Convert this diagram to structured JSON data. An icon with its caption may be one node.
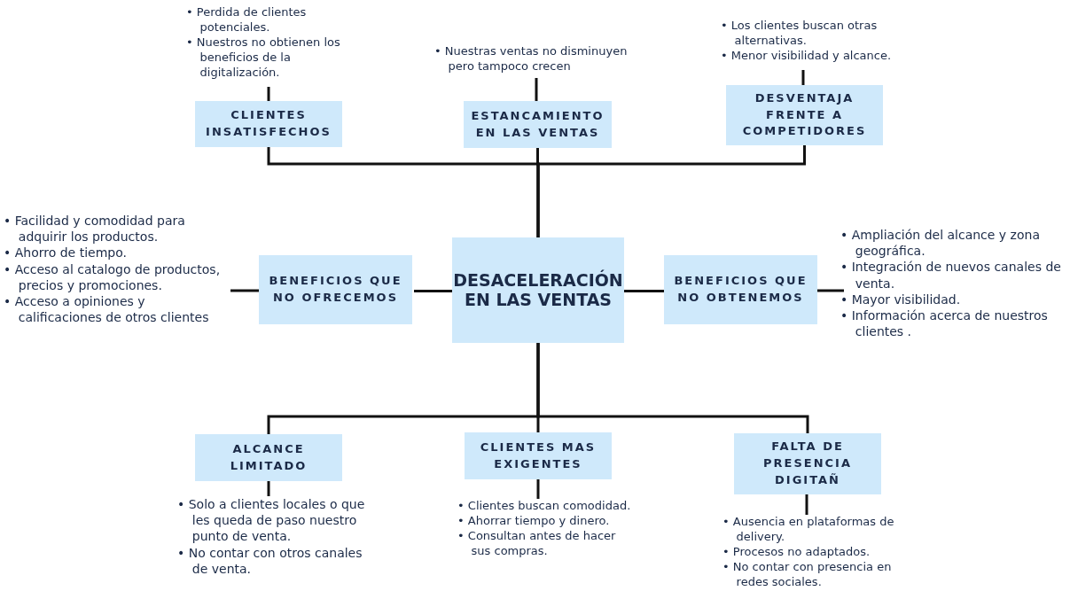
{
  "diagram": {
    "nodes": [
      {
        "text": [
          "DESACELERACIÓN EN LAS VENTAS"
        ]
      },
      {
        "text": [
          "CLIENTES INSATISFECHOS"
        ]
      },
      {
        "text": [
          "• Perdida de clientes potenciales.",
          "• Nuestros no obtienen los beneficios de la digitalización."
        ]
      },
      {
        "text": [
          "ESTANCAMIENTO EN LAS VENTAS"
        ]
      },
      {
        "text": [
          "• Nuestras ventas no disminuyen pero tampoco crecen"
        ]
      },
      {
        "text": [
          "DESVENTAJA FRENTE A COMPETIDORES"
        ]
      },
      {
        "text": [
          "• Los clientes buscan otras alternativas.",
          "• Menor visibilidad y alcance."
        ]
      },
      {
        "text": [
          "BENEFICIOS QUE NO OFRECEMOS"
        ]
      },
      {
        "text": [
          "• Facilidad y comodidad para adquirir los productos.",
          "• Ahorro de tiempo.",
          "• Acceso al catalogo de productos, precios y promociones.",
          "• Acceso a opiniones y calificaciones de otros clientes"
        ]
      },
      {
        "text": [
          "BENEFICIOS QUE NO OBTENEMOS"
        ]
      },
      {
        "text": [
          "• Ampliación del alcance y zona geográfica.",
          "• Integración de nuevos canales de venta.",
          "• Mayor visibilidad.",
          "• Información acerca de nuestros clientes ."
        ]
      },
      {
        "text": [
          "ALCANCE LIMITADO"
        ]
      },
      {
        "text": [
          "• Solo a clientes locales o que les queda de paso nuestro punto de venta.",
          "• No contar con otros canales de venta."
        ]
      },
      {
        "text": [
          "CLIENTES MAS EXIGENTES"
        ]
      },
      {
        "text": [
          "• Clientes buscan comodidad.",
          "• Ahorrar tiempo y dinero.",
          "• Consultan antes de hacer sus compras."
        ]
      },
      {
        "text": [
          "FALTA DE PRESENCIA DIGITAÑ"
        ]
      },
      {
        "text": [
          "• Ausencia en plataformas de delivery.",
          "• Procesos no adaptados.",
          "• No contar con presencia en redes sociales."
        ]
      }
    ],
    "edges": [
      {
        "from": 0,
        "to": 1,
        "arrow": "none"
      },
      {
        "from": 1,
        "to": 2,
        "arrow": "none"
      },
      {
        "from": 0,
        "to": 3,
        "arrow": "none"
      },
      {
        "from": 3,
        "to": 4,
        "arrow": "none"
      },
      {
        "from": 0,
        "to": 5,
        "arrow": "none"
      },
      {
        "from": 5,
        "to": 6,
        "arrow": "none"
      },
      {
        "from": 0,
        "to": 7,
        "arrow": "none"
      },
      {
        "from": 7,
        "to": 8,
        "arrow": "none"
      },
      {
        "from": 0,
        "to": 9,
        "arrow": "none"
      },
      {
        "from": 9,
        "to": 10,
        "arrow": "none"
      },
      {
        "from": 0,
        "to": 11,
        "arrow": "none"
      },
      {
        "from": 11,
        "to": 12,
        "arrow": "none"
      },
      {
        "from": 0,
        "to": 13,
        "arrow": "none"
      },
      {
        "from": 13,
        "to": 14,
        "arrow": "none"
      },
      {
        "from": 0,
        "to": 15,
        "arrow": "none"
      },
      {
        "from": 15,
        "to": 16,
        "arrow": "none"
      }
    ]
  }
}
